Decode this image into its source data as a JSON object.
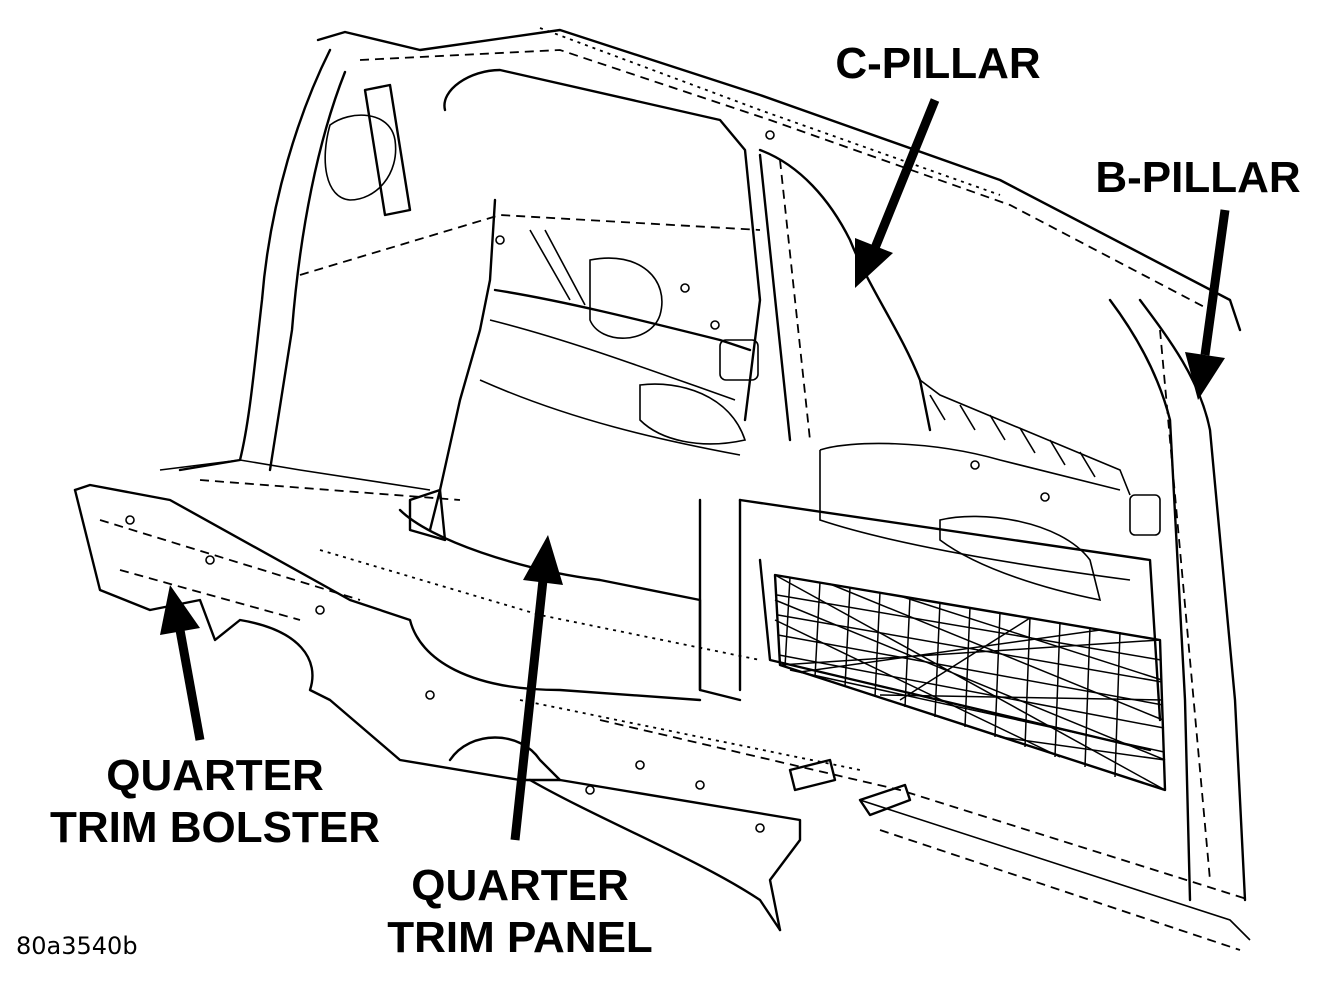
{
  "labels": {
    "c_pillar": "C-PILLAR",
    "b_pillar": "B-PILLAR",
    "quarter_trim_bolster_line1": "QUARTER",
    "quarter_trim_bolster_line2": "TRIM BOLSTER",
    "quarter_trim_panel_line1": "QUARTER",
    "quarter_trim_panel_line2": "TRIM PANEL",
    "figure_id": "80a3540b"
  }
}
